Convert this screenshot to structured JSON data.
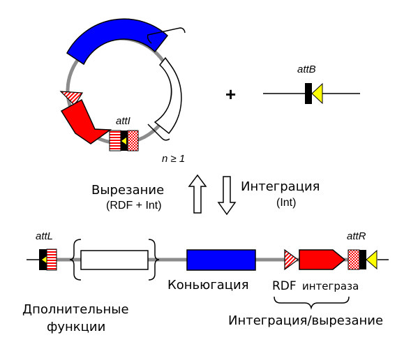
{
  "labels": {
    "attI": "attI",
    "n_ge_1": "n ≥ 1",
    "plus": "+",
    "attB": "attB",
    "excision_title": "Вырезание",
    "excision_detail": "(RDF + Int)",
    "integration_title": "Интеграция",
    "integration_detail": "(Int)",
    "attL": "attL",
    "attR": "attR",
    "conjugation": "Коньюгация",
    "rdf": "RDF",
    "integrase": "интеграза",
    "integration_excision": "Интеграция/вырезание",
    "additional_functions_1": "Дполнительные",
    "additional_functions_2": "функции"
  },
  "colors": {
    "blue": "#0000ff",
    "red": "#ff0000",
    "yellow": "#ffff00",
    "black": "#000000",
    "gray": "#808080",
    "white": "#ffffff"
  }
}
